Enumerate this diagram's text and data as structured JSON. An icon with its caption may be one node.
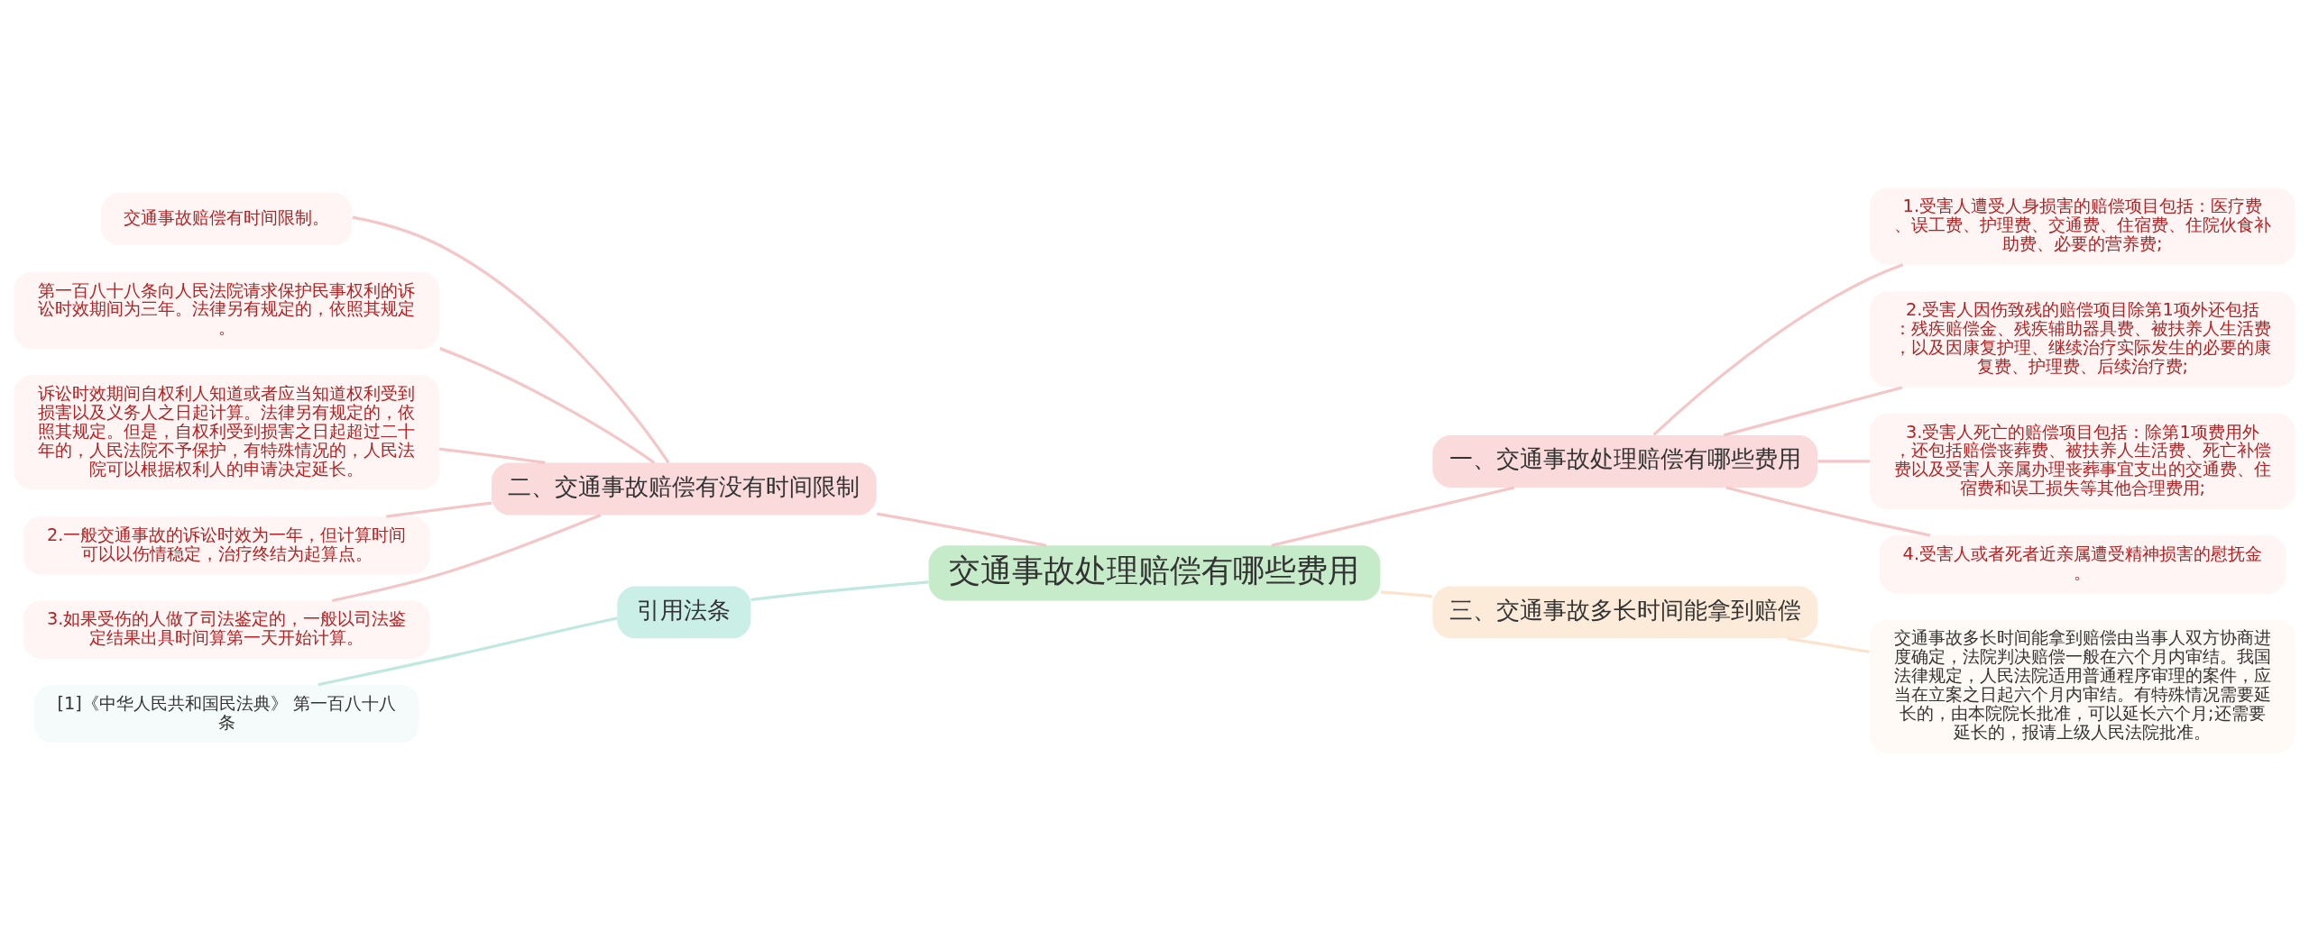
{
  "diagram": {
    "nodes": [
      {
        "text": [
          "交通事故处理赔偿有哪些费用"
        ]
      },
      {
        "text": [
          "二、交通事故赔偿有没有时间限制"
        ]
      },
      {
        "text": [
          "交通事故赔偿有时间限制。"
        ]
      },
      {
        "text": [
          "第一百八十八条向人民法院请求保护民事权利的诉讼时效期间为三年。法律另有规定的，依照其规定。"
        ]
      },
      {
        "text": [
          "诉讼时效期间自权利人知道或者应当知道权利受到损害以及义务人之日起计算。法律另有规定的，依照其规定。但是，自权利受到损害之日起超过二十年的，人民法院不予保护，有特殊情况的，人民法院可以根据权利人的申请决定延长。"
        ]
      },
      {
        "text": [
          "2.一般交通事故的诉讼时效为一年，但计算时间可以以伤情稳定，治疗终结为起算点。"
        ]
      },
      {
        "text": [
          "3.如果受伤的人做了司法鉴定的，一般以司法鉴定结果出具时间算第一天开始计算。"
        ]
      },
      {
        "text": [
          "引用法条"
        ]
      },
      {
        "text": [
          "[1]《中华人民共和国民法典》 第一百八十八条"
        ]
      },
      {
        "text": [
          "一、交通事故处理赔偿有哪些费用"
        ]
      },
      {
        "text": [
          "1.受害人遭受人身损害的赔偿项目包括：医疗费、误工费、护理费、交通费、住宿费、住院伙食补助费、必要的营养费;"
        ]
      },
      {
        "text": [
          "2.受害人因伤致残的赔偿项目除第1项外还包括：残疾赔偿金、残疾辅助器具费、被扶养人生活费，以及因康复护理、继续治疗实际发生的必要的康复费、护理费、后续治疗费;"
        ]
      },
      {
        "text": [
          "3.受害人死亡的赔偿项目包括：除第1项费用外，还包括赔偿丧葬费、被扶养人生活费、死亡补偿费以及受害人亲属办理丧葬事宜支出的交通费、住宿费和误工损失等其他合理费用;"
        ]
      },
      {
        "text": [
          "4.受害人或者死者近亲属遭受精神损害的慰抚金。"
        ]
      },
      {
        "text": [
          "三、交通事故多长时间能拿到赔偿"
        ]
      },
      {
        "text": [
          "交通事故多长时间能拿到赔偿由当事人双方协商进度确定，法院判决赔偿一般在六个月内审结。我国法律规定，人民法院适用普通程序审理的案件，应当在立案之日起六个月内审结。有特殊情况需要延长的，由本院院长批准，可以延长六个月;还需要延长的，报请上级人民法院批准。"
        ]
      }
    ],
    "edges": [
      {
        "from": 0,
        "to": 1,
        "arrow": "none"
      },
      {
        "from": 1,
        "to": 2,
        "arrow": "none"
      },
      {
        "from": 1,
        "to": 3,
        "arrow": "none"
      },
      {
        "from": 1,
        "to": 4,
        "arrow": "none"
      },
      {
        "from": 1,
        "to": 5,
        "arrow": "none"
      },
      {
        "from": 1,
        "to": 6,
        "arrow": "none"
      },
      {
        "from": 0,
        "to": 7,
        "arrow": "none",
        "color": "#bfe8df"
      },
      {
        "from": 7,
        "to": 8,
        "arrow": "none",
        "color": "#bfe8df"
      },
      {
        "from": 0,
        "to": 9,
        "arrow": "none"
      },
      {
        "from": 9,
        "to": 10,
        "arrow": "none"
      },
      {
        "from": 9,
        "to": 11,
        "arrow": "none"
      },
      {
        "from": 9,
        "to": 12,
        "arrow": "none"
      },
      {
        "from": 9,
        "to": 13,
        "arrow": "none"
      },
      {
        "from": 0,
        "to": 14,
        "arrow": "none",
        "color": "#fde3cc"
      },
      {
        "from": 14,
        "to": 15,
        "arrow": "none",
        "color": "#fde3cc"
      }
    ]
  }
}
